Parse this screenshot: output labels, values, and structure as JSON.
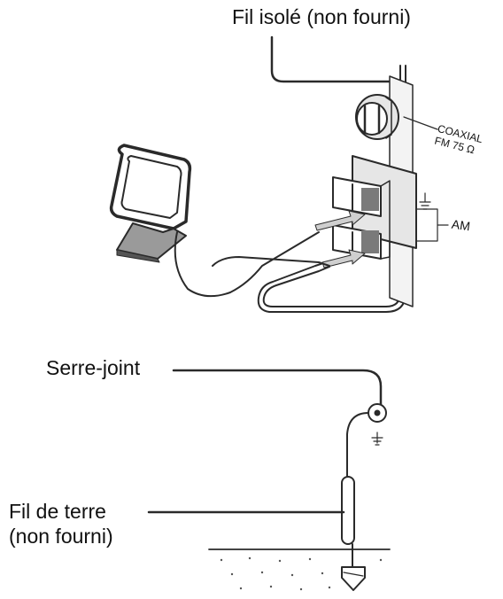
{
  "labels": {
    "insulated_wire": "Fil isolé (non fourni)",
    "coaxial_line1": "COAXIAL",
    "coaxial_line2": "FM 75 Ω",
    "am": "AM",
    "clamp": "Serre-joint",
    "ground_wire_line1": "Fil de terre",
    "ground_wire_line2": "(non fourni)"
  },
  "colors": {
    "line": "#2a2a2a",
    "panel_fill": "#e6e6e6",
    "terminal_dark": "#7a7a7a"
  },
  "icons": {
    "ground_symbol": "ground-icon",
    "insert_arrow": "arrow-right-icon"
  }
}
